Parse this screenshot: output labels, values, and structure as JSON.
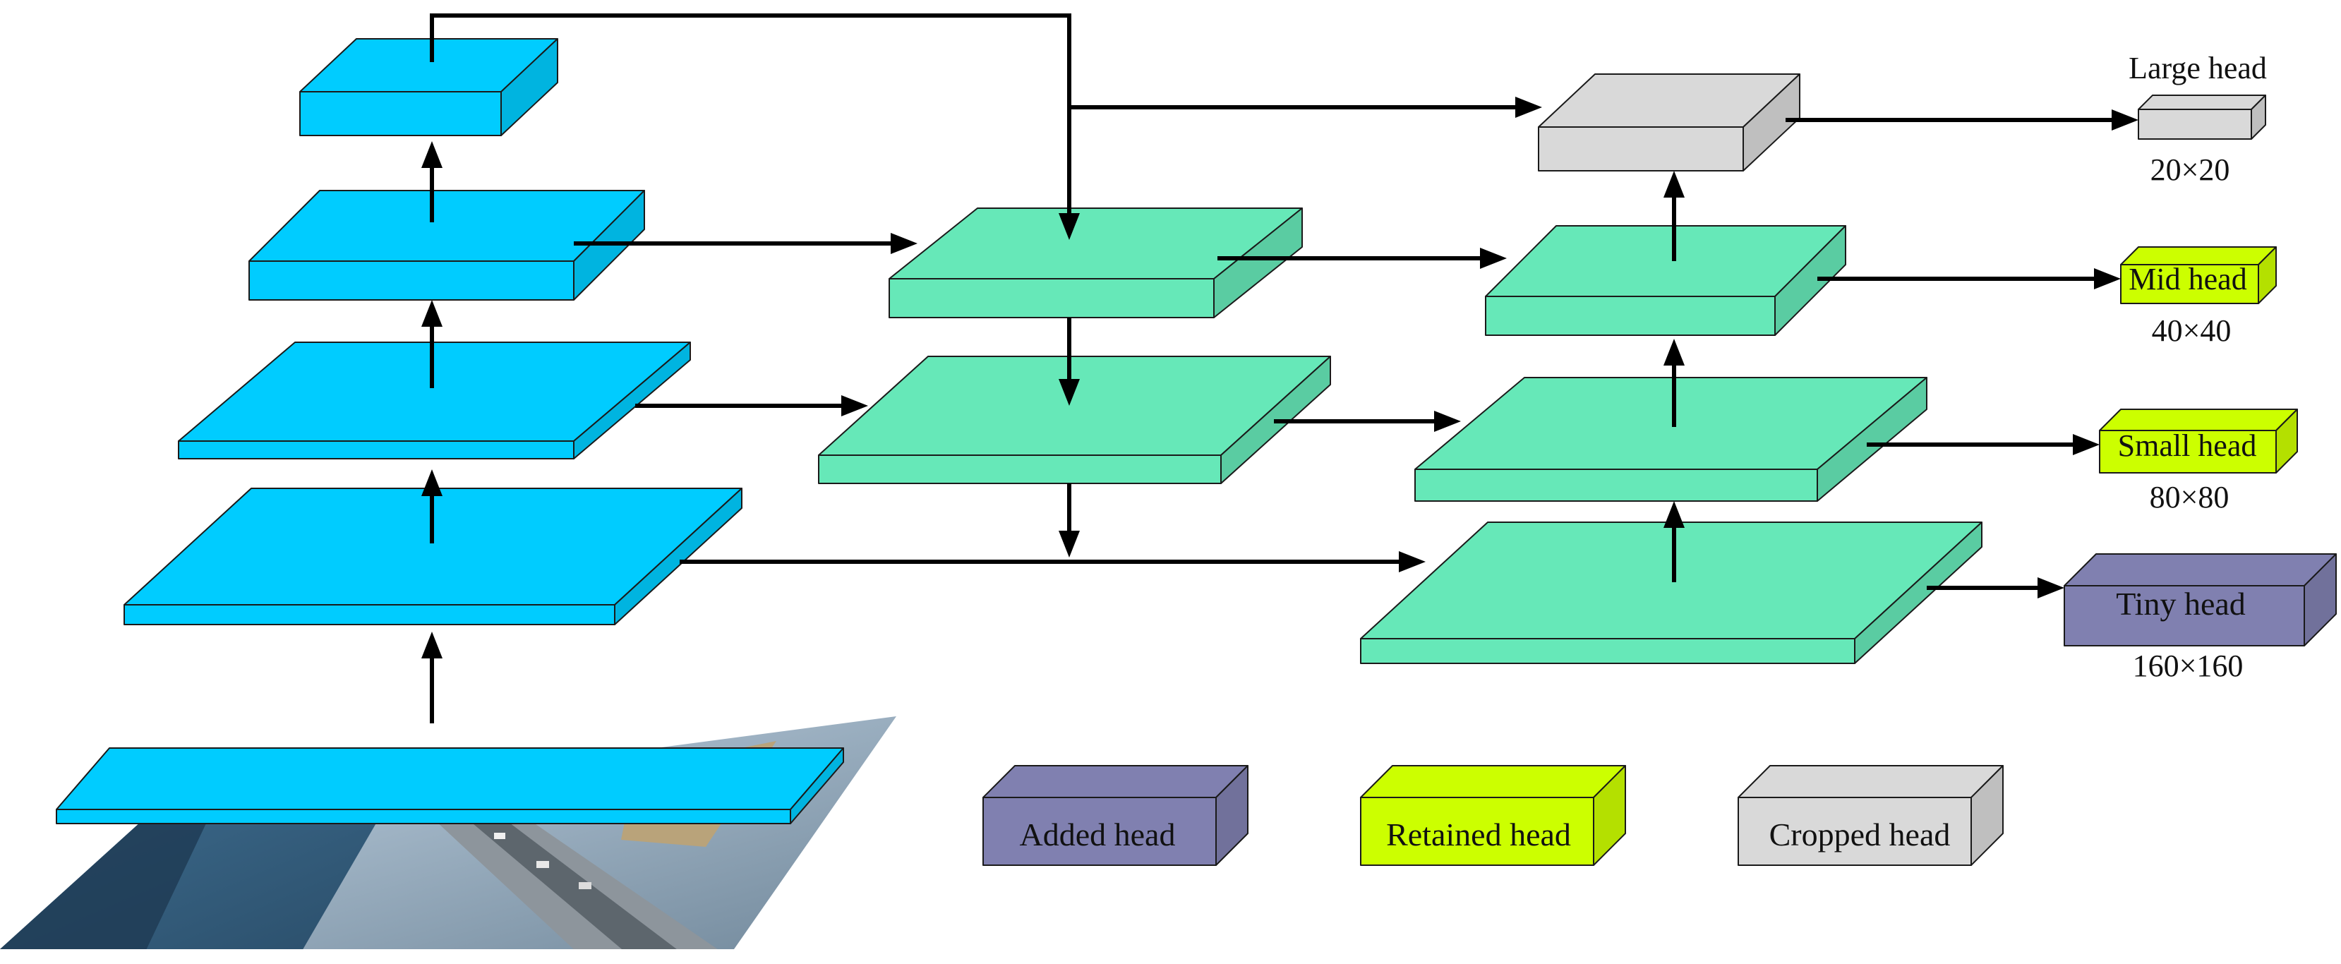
{
  "colors": {
    "backbone_blue": "#00CCFF",
    "neck_green": "#66E8B8",
    "cropped_gray": "#D9D9D9",
    "retained_yellow": "#CCFF00",
    "added_purple": "#8080B0",
    "arrow": "#000000"
  },
  "heads": {
    "large": {
      "label": "Large head",
      "size": "20×20",
      "type": "cropped"
    },
    "mid": {
      "label": "Mid head",
      "size": "40×40",
      "type": "retained"
    },
    "small": {
      "label": "Small head",
      "size": "80×80",
      "type": "retained"
    },
    "tiny": {
      "label": "Tiny head",
      "size": "160×160",
      "type": "added"
    }
  },
  "legend": {
    "added": "Added head",
    "retained": "Retained head",
    "cropped": "Cropped head"
  },
  "input_image": {
    "description_icon": "aerial-photo"
  }
}
